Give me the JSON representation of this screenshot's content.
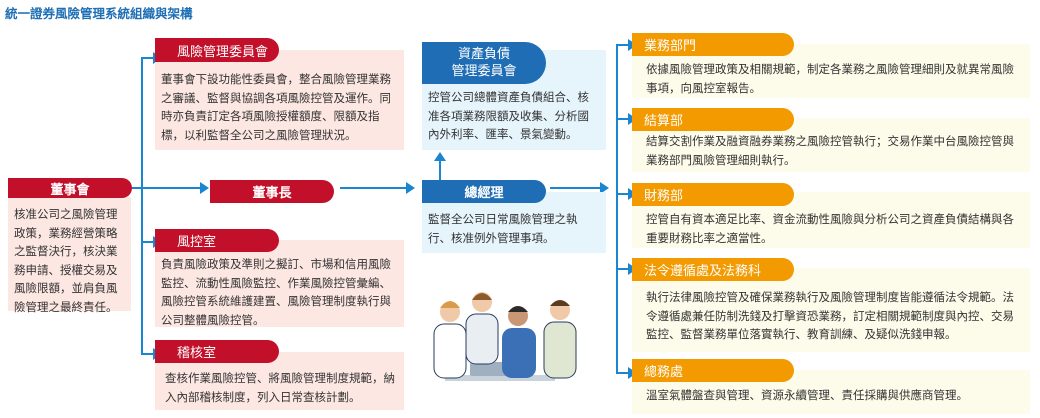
{
  "title": "統一證券風險管理系統組織與架構",
  "board": {
    "label": "董事會",
    "desc": "核准公司之風險管理政策，業務經營策略之監督決行，核決業務申請、授權交易及風險限額，並肩負風險管理之最終責任。"
  },
  "chairman": {
    "label": "董事長"
  },
  "risk_committee": {
    "label": "風險管理委員會",
    "desc": "董事會下設功能性委員會，整合風險管理業務之審議、監督與協調各項風險控管及運作。同時亦負責訂定各項風險授權額度、限額及指標，以利監督全公司之風險管理狀況。"
  },
  "risk_office": {
    "label": "風控室",
    "desc": "負責風險政策及準則之擬訂、市場和信用風險監控、流動性風險監控、作業風險控管彙編、風險控管系統維護建置、風險管理制度執行與公司整體風險控管。"
  },
  "audit_office": {
    "label": "稽核室",
    "desc": "查核作業風險控管、將風險管理制度規範，納入內部稽核制度，列入日常查核計劃。"
  },
  "alm_committee": {
    "label_line1": "資產負債",
    "label_line2": "管理委員會",
    "desc": "控管公司總體資產負債組合、核准各項業務限額及收集、分析國內外利率、匯率、景氣變動。"
  },
  "president": {
    "label": "總經理",
    "desc": "監督全公司日常風險管理之執行、核准例外管理事項。"
  },
  "departments": [
    {
      "label": "業務部門",
      "desc": "依據風險管理政策及相關規範，制定各業務之風險管理細則及就異常風險事項，向風控室報告。"
    },
    {
      "label": "結算部",
      "desc": "結算交割作業及融資融券業務之風險控管執行；交易作業中台風險控管與業務部門風險管理細則執行。"
    },
    {
      "label": "財務部",
      "desc": "控管自有資本適足比率、資金流動性風險與分析公司之資產負債結構與各重要財務比率之適當性。"
    },
    {
      "label": "法令遵循處及法務科",
      "desc": "執行法律風險控管及確保業務執行及風險管理制度皆能遵循法令規範。法令遵循處兼任防制洗錢及打擊資恐業務，訂定相關規範制度與內控、交易監控、監督業務單位落實執行、教育訓練、及疑似洗錢申報。"
    },
    {
      "label": "總務處",
      "desc": "溫室氣體盤查與管理、資源永續管理、責任採購與供應商管理。"
    }
  ],
  "colors": {
    "red": "#c20f2a",
    "blue": "#1f6db5",
    "orange": "#f29a00",
    "line": "#1a86d0"
  }
}
